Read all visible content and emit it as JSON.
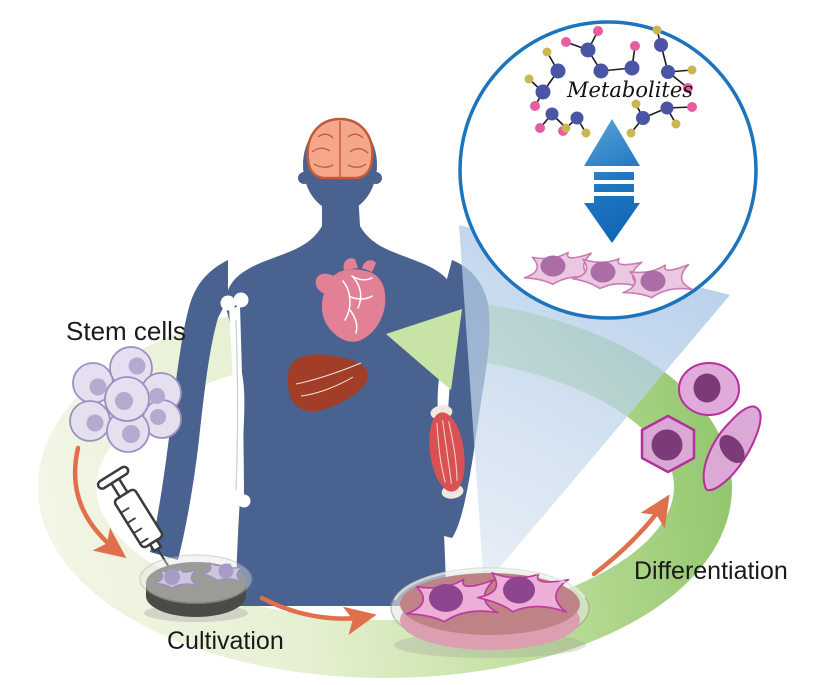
{
  "figure": {
    "type": "scientific-illustration",
    "description": "Stem cell cycle diagram: stem cells are harvested, cultivated in a petri dish, exchange metabolites with cells, and differentiate before returning to the human body."
  },
  "labels": {
    "stem_cells": "Stem cells",
    "cultivation": "Cultivation",
    "differentiation": "Differentiation",
    "metabolites": "Metabolites"
  },
  "colors": {
    "body_silhouette": "#4A628F",
    "magnifier_border": "#1B74BC",
    "arrow_orange": "#E06F4C",
    "ring_green_light": "#EDF4DF",
    "ring_green_dark": "#8FC56B",
    "ring_arrow": "#C8E3A6",
    "cone_light": "#D9E5F1",
    "cone_dark": "#A9C6E6",
    "metabolite_arrow_blue": "#1E77C2",
    "molecule_blue": "#4A55A5",
    "molecule_pink": "#E85D9F",
    "molecule_yellow": "#C9B74F",
    "cell_pink_fill": "#E3AAD8",
    "cell_outline_magenta": "#B5309B",
    "cell_nucleus_purple": "#7D3A78",
    "stem_cell_fill": "#E4E0EF",
    "stem_cell_outline": "#9D90C0",
    "brain": "#F5A78C",
    "heart": "#E28095",
    "liver": "#A23D28",
    "muscle": "#D95153",
    "bone": "#FFFFFF",
    "dish_gray": "#696967",
    "dish_medium_rose": "#BE8287"
  }
}
